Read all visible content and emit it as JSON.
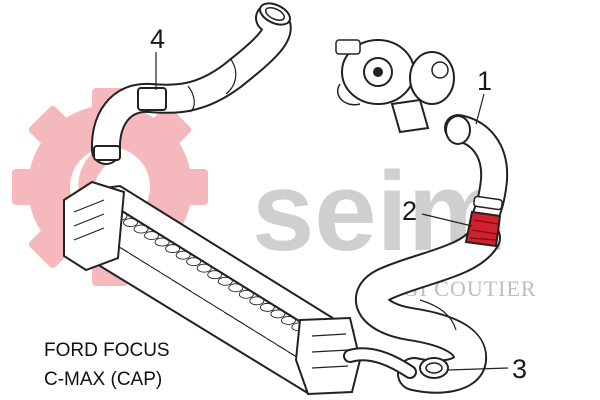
{
  "watermark": {
    "brand": "seim",
    "sub": "MGI COUTIER",
    "gear_color": "#f4b8bd",
    "text_color": "#cfcfcf"
  },
  "callouts": [
    "1",
    "2",
    "3",
    "4"
  ],
  "caption": {
    "line1": "FORD FOCUS",
    "line2": "C-MAX (CAP)"
  },
  "colors": {
    "highlight": "#d3202e",
    "outline": "#222222",
    "part_fill": "#ffffff"
  },
  "icons": {
    "turbo": "turbocharger-icon",
    "intercooler": "intercooler-icon"
  }
}
